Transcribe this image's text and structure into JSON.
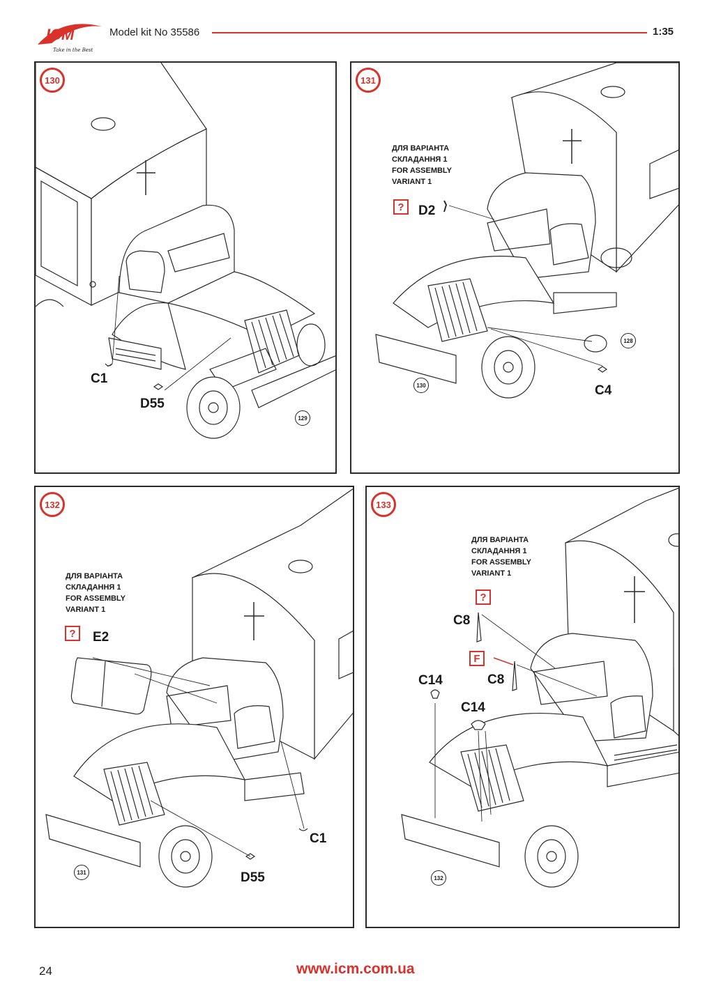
{
  "header": {
    "brand": "ICM",
    "tagline": "Take in the Best",
    "kit_number": "Model kit No 35586",
    "scale": "1:35"
  },
  "colors": {
    "accent": "#d9322b",
    "line": "#2a2a2a"
  },
  "steps": [
    {
      "number": "130",
      "labels": {
        "c1": "C1",
        "d55": "D55"
      },
      "ref": "129"
    },
    {
      "number": "131",
      "note": [
        "ДЛЯ ВАРІАНТА",
        "СКЛАДАННЯ 1",
        "FOR ASSEMBLY",
        "VARIANT 1"
      ],
      "marker": "?",
      "labels": {
        "d2": "D2",
        "c4": "C4"
      },
      "refs": [
        "128",
        "130"
      ]
    },
    {
      "number": "132",
      "note": [
        "ДЛЯ ВАРІАНТА",
        "СКЛАДАННЯ 1",
        "FOR ASSEMBLY",
        "VARIANT 1"
      ],
      "marker": "?",
      "labels": {
        "e2": "E2",
        "c1": "C1",
        "d55": "D55"
      },
      "ref": "131"
    },
    {
      "number": "133",
      "note": [
        "ДЛЯ ВАРІАНТА",
        "СКЛАДАННЯ 1",
        "FOR ASSEMBLY",
        "VARIANT 1"
      ],
      "markers": [
        "?",
        "F"
      ],
      "labels": {
        "c8_a": "C8",
        "c8_b": "C8",
        "c14_a": "C14",
        "c14_b": "C14"
      },
      "ref": "132"
    }
  ],
  "footer": {
    "page_number": "24",
    "website": "www.icm.com.ua"
  }
}
